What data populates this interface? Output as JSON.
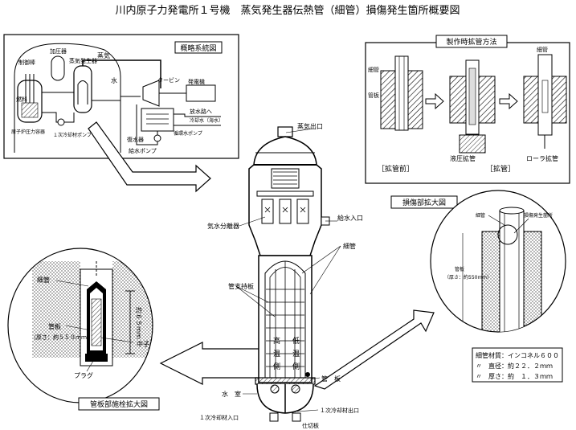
{
  "title": "川内原子力発電所１号機　蒸気発生器伝熱管（細管）損傷発生箇所概要図",
  "system_box": {
    "title": "概略系統図",
    "labels": {
      "pressurizer": "加圧器",
      "control_rod": "制御棒",
      "sg": "蒸気発生器",
      "steam": "蒸気",
      "water": "水",
      "turbine": "タービン",
      "generator": "発電機",
      "fuel": "燃料",
      "reactor_vessel": "原子炉圧力容器",
      "rcp": "１次冷却材ポンプ",
      "condenser": "復水器",
      "discharge": "放水路へ",
      "cooling_water": "冷却水（海水）",
      "circ_pump": "循環水ポンプ",
      "feed_pump": "給水ポンプ"
    }
  },
  "expansion_box": {
    "title": "製作時拡管方法",
    "labels": {
      "tube": "細管",
      "tubesheet": "管板",
      "before": "［拡管前］",
      "during": "［拡管］",
      "hydraulic": "液圧拡管",
      "roller": "ローラ拡管",
      "tube2": "細管"
    }
  },
  "sg": {
    "labels": {
      "steam_outlet": "蒸気出口",
      "separator": "気水分離器",
      "feed_inlet": "給水入口",
      "tubes": "細管",
      "support_plate": "管支持板",
      "hot1": "高",
      "hot2": "温",
      "hot3": "側",
      "cold1": "低",
      "cold2": "温",
      "cold3": "側",
      "tubesheet": "管　板",
      "water_chamber": "水　室",
      "coolant_inlet": "１次冷却材入口",
      "coolant_outlet": "１次冷却材出口",
      "partition": "仕切板"
    }
  },
  "damage_box": {
    "title": "損傷部拡大図",
    "labels": {
      "tube": "細管",
      "damage": "損傷発生箇所",
      "tubesheet": "管板",
      "thickness": "（厚さ：約550mm）"
    },
    "spec": {
      "material": "細管材質：インコネル６００",
      "diameter": "〃　直径：約２２．２ｍｍ",
      "thickness": "〃　厚さ：約　１．３ｍｍ"
    }
  },
  "plug_box": {
    "title": "管板部施栓拡大図",
    "labels": {
      "tube": "細管",
      "tubesheet": "管板",
      "tubesheet_thickness": "（厚さ：約５５０ｍｍ）",
      "core": "中子",
      "plug": "プラグ",
      "dimension": "約６５ｍｍ"
    }
  }
}
